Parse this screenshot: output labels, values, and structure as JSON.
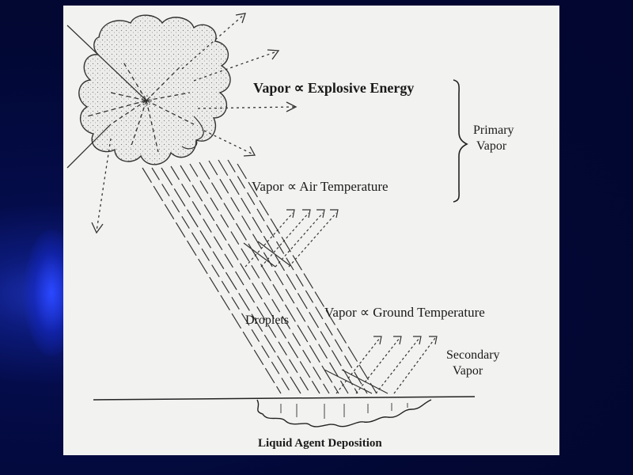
{
  "diagram": {
    "labels": {
      "explosive": "Vapor ∝ Explosive Energy",
      "air": "Vapor ∝ Air Temperature",
      "ground": "Vapor ∝ Ground Temperature",
      "primary_line1": "Primary",
      "primary_line2": "Vapor",
      "droplets": "Droplets",
      "secondary_line1": "Secondary",
      "secondary_line2": "Vapor",
      "deposition": "Liquid Agent Deposition"
    },
    "colors": {
      "slide_background": "#020833",
      "panel": "#f2f2f0",
      "ink": "#1a1a1a"
    }
  }
}
